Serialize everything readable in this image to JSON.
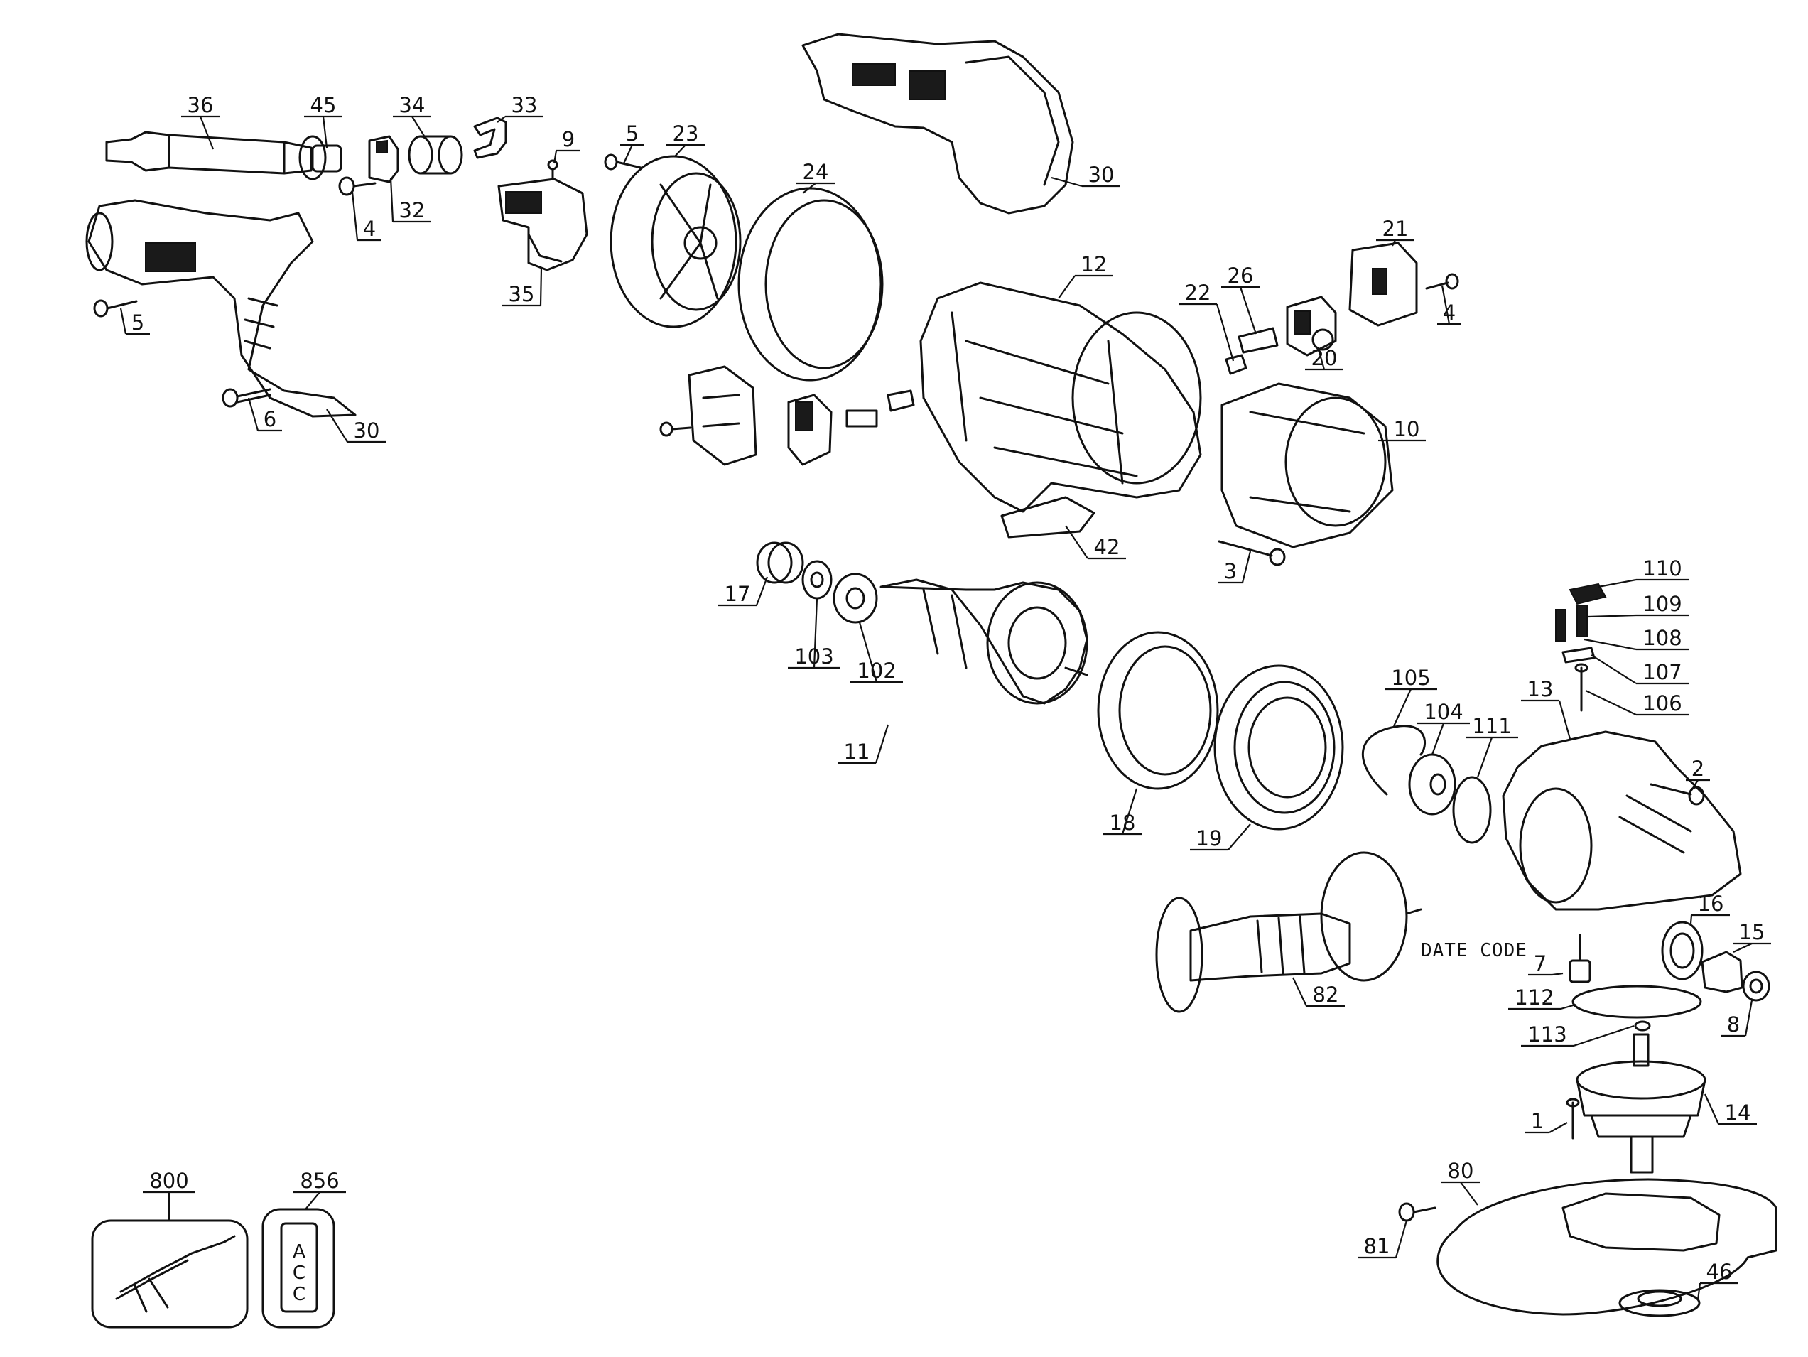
{
  "diagram": {
    "callouts": [
      {
        "id": "c36",
        "label": "36"
      },
      {
        "id": "c45",
        "label": "45"
      },
      {
        "id": "c34",
        "label": "34"
      },
      {
        "id": "c33",
        "label": "33"
      },
      {
        "id": "c9",
        "label": "9"
      },
      {
        "id": "c5a",
        "label": "5"
      },
      {
        "id": "c23",
        "label": "23"
      },
      {
        "id": "c4a",
        "label": "4"
      },
      {
        "id": "c32",
        "label": "32"
      },
      {
        "id": "c24",
        "label": "24"
      },
      {
        "id": "c30a",
        "label": "30"
      },
      {
        "id": "c35",
        "label": "35"
      },
      {
        "id": "c5b",
        "label": "5"
      },
      {
        "id": "c6",
        "label": "6"
      },
      {
        "id": "c30b",
        "label": "30"
      },
      {
        "id": "c12",
        "label": "12"
      },
      {
        "id": "c21",
        "label": "21"
      },
      {
        "id": "c22",
        "label": "22"
      },
      {
        "id": "c26",
        "label": "26"
      },
      {
        "id": "c4b",
        "label": "4"
      },
      {
        "id": "c20",
        "label": "20"
      },
      {
        "id": "c10",
        "label": "10"
      },
      {
        "id": "c42",
        "label": "42"
      },
      {
        "id": "c3",
        "label": "3"
      },
      {
        "id": "c17",
        "label": "17"
      },
      {
        "id": "c103",
        "label": "103"
      },
      {
        "id": "c102",
        "label": "102"
      },
      {
        "id": "c11",
        "label": "11"
      },
      {
        "id": "c110",
        "label": "110"
      },
      {
        "id": "c109",
        "label": "109"
      },
      {
        "id": "c108",
        "label": "108"
      },
      {
        "id": "c107",
        "label": "107"
      },
      {
        "id": "c106",
        "label": "106"
      },
      {
        "id": "c105",
        "label": "105"
      },
      {
        "id": "c13",
        "label": "13"
      },
      {
        "id": "c104",
        "label": "104"
      },
      {
        "id": "c111",
        "label": "111"
      },
      {
        "id": "c2",
        "label": "2"
      },
      {
        "id": "c18",
        "label": "18"
      },
      {
        "id": "c19",
        "label": "19"
      },
      {
        "id": "c16",
        "label": "16"
      },
      {
        "id": "c15",
        "label": "15"
      },
      {
        "id": "c7",
        "label": "7"
      },
      {
        "id": "c112",
        "label": "112"
      },
      {
        "id": "c82",
        "label": "82"
      },
      {
        "id": "c113",
        "label": "113"
      },
      {
        "id": "c8",
        "label": "8"
      },
      {
        "id": "c14",
        "label": "14"
      },
      {
        "id": "c1",
        "label": "1"
      },
      {
        "id": "c80",
        "label": "80"
      },
      {
        "id": "c81",
        "label": "81"
      },
      {
        "id": "c46",
        "label": "46"
      },
      {
        "id": "c800",
        "label": "800"
      },
      {
        "id": "c856",
        "label": "856"
      }
    ],
    "date_code_label": "DATE CODE",
    "acc_label_letters": [
      "A",
      "C",
      "C"
    ]
  }
}
